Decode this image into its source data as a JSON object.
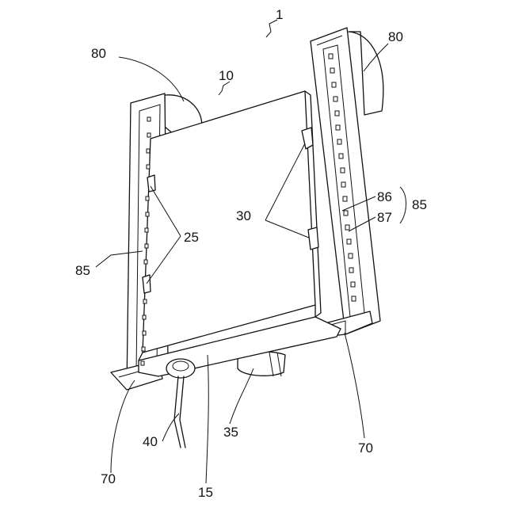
{
  "figure": {
    "labels": {
      "device": "1",
      "panel": "10",
      "housing": "15",
      "left_clips": "25",
      "right_clips": "30",
      "foot": "35",
      "cable": "40",
      "end_cap_left": "70",
      "end_cap_right": "70",
      "mount_left": "80",
      "mount_right": "80",
      "strip_left": "85",
      "strip_right": "85",
      "led": "86",
      "cover": "87"
    }
  }
}
